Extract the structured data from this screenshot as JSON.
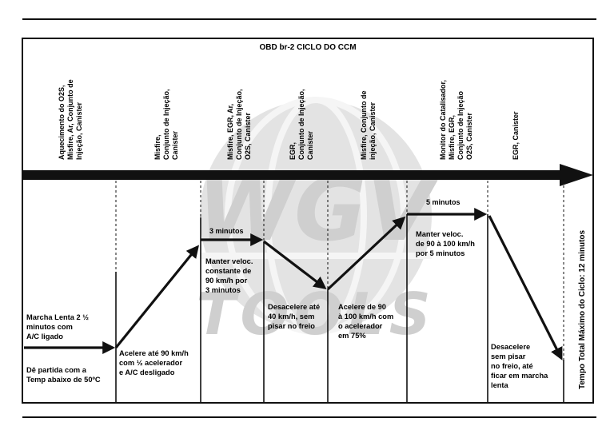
{
  "title": "OBD br-2 CICLO DO CCM",
  "watermark": {
    "line1": "WGV",
    "line2": "TOOLS"
  },
  "colors": {
    "ink": "#111111",
    "watermark": "#cfcfcf",
    "background": "#ffffff"
  },
  "top_labels": [
    [
      "Aquecimento do O2S,",
      "Misfire, Ar, Conjunto de",
      "Injeção, Canister"
    ],
    [
      "Misfire,",
      "Conjunto de Injeção,",
      "Canister"
    ],
    [
      "Misfire, EGR, Ar,",
      "Conjunto de Injeção,",
      "O2S, Canister"
    ],
    [
      "EGR,",
      "Conjunto de Injeção,",
      "Canister"
    ],
    [
      "Misfire, Conjunto de",
      "injeção, Canister"
    ],
    [
      "Monitor do Catalisador,",
      "Misfire, EGR,",
      "Conjunto de Injeção",
      "O2S, Canister"
    ],
    [
      "EGR, Canister"
    ]
  ],
  "durations": [
    "3 minutos",
    "5 minutos"
  ],
  "instructions": {
    "marcha_lenta": [
      "Marcha Lenta 2 ½",
      "minutos com",
      "A/C ligado"
    ],
    "partida": [
      "Dê partida com a",
      "Temp abaixo de 50ºC"
    ],
    "acelere_90": [
      "Acelere até 90 km/h",
      "com ½ acelerador",
      "e A/C desligado"
    ],
    "manter_90": [
      "Manter veloc.",
      "constante de",
      "90 km/h por",
      "3 minutos"
    ],
    "desacelere_40": [
      "Desacelere até",
      "40 km/h, sem",
      "pisar no freio"
    ],
    "acelere_90_100": [
      "Acelere de 90",
      "à 100 km/h com",
      "o acelerador",
      "em 75%"
    ],
    "manter_90_100": [
      "Manter veloc.",
      "de 90 à 100 km/h",
      "por 5 minutos"
    ],
    "desacelere_final": [
      "Desacelere",
      "sem pisar",
      "no freio, até",
      "ficar em marcha",
      "lenta"
    ]
  },
  "total_time": "Tempo Total Máximo do Ciclo: 12 minutos"
}
